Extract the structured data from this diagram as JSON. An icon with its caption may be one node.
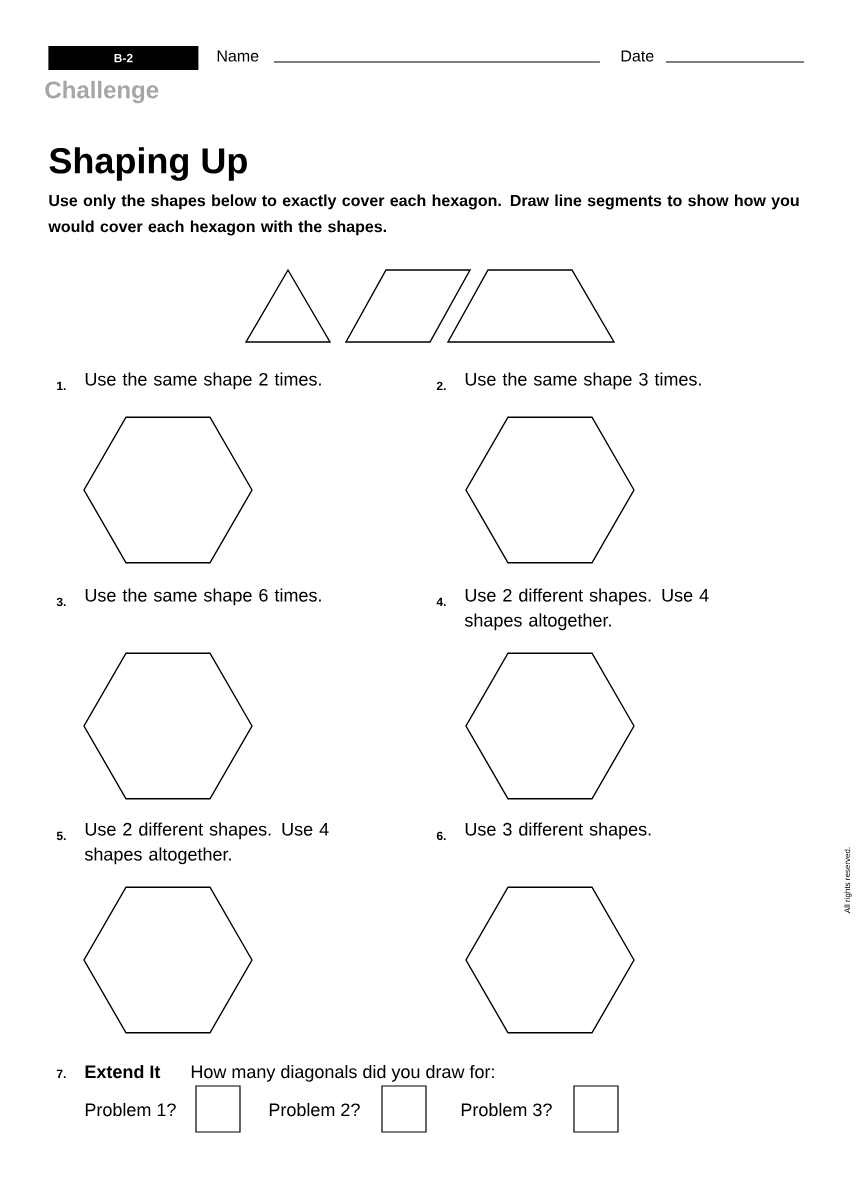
{
  "diagram": {
    "title": "Shaping Up",
    "labels": [
      "B-2",
      "Name",
      "Date",
      "Challenge",
      "Use only the shapes below to exactly cover each hexagon. Draw line segments to show how you would cover each hexagon with the shapes.",
      "1.",
      "Use the same shape 2 times.",
      "2.",
      "Use the same shape 3 times.",
      "3.",
      "Use the same shape 6 times.",
      "4.",
      "Use 2 different shapes. Use 4 shapes altogether.",
      "5.",
      "Use 2 different shapes. Use 4 shapes altogether.",
      "6.",
      "Use 3 different shapes.",
      "7.",
      "Extend It",
      "How many diagonals did you draw for:",
      "Problem 1?",
      "Problem 2?",
      "Problem 3?",
      "All rights reserved."
    ]
  }
}
